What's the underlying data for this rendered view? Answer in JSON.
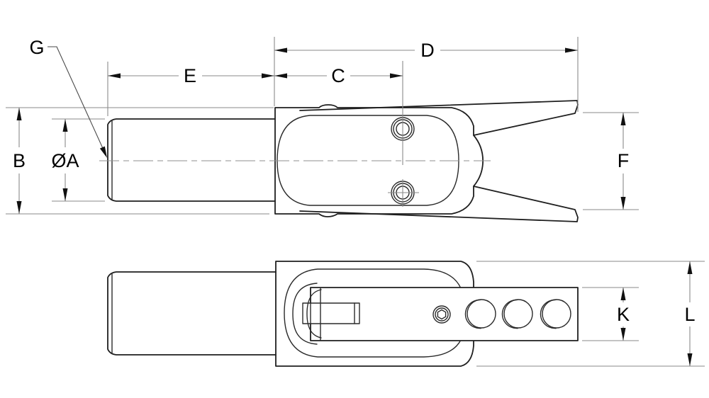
{
  "drawing": {
    "type": "technical-drawing",
    "description": "Two-view dimensioned line drawing of a spring-loaded gripper tool: upper side view with tapered jaws, lower plan view with perforated arm",
    "colors": {
      "background": "#ffffff",
      "part_outline": "#1f1f1f",
      "dimension_lines": "#8a8a8a",
      "label_text": "#000000"
    },
    "labels": {
      "g": "G",
      "e": "E",
      "c": "C",
      "d": "D",
      "b": "B",
      "dia_a": "ØA",
      "f": "F",
      "k": "K",
      "l": "L"
    }
  }
}
